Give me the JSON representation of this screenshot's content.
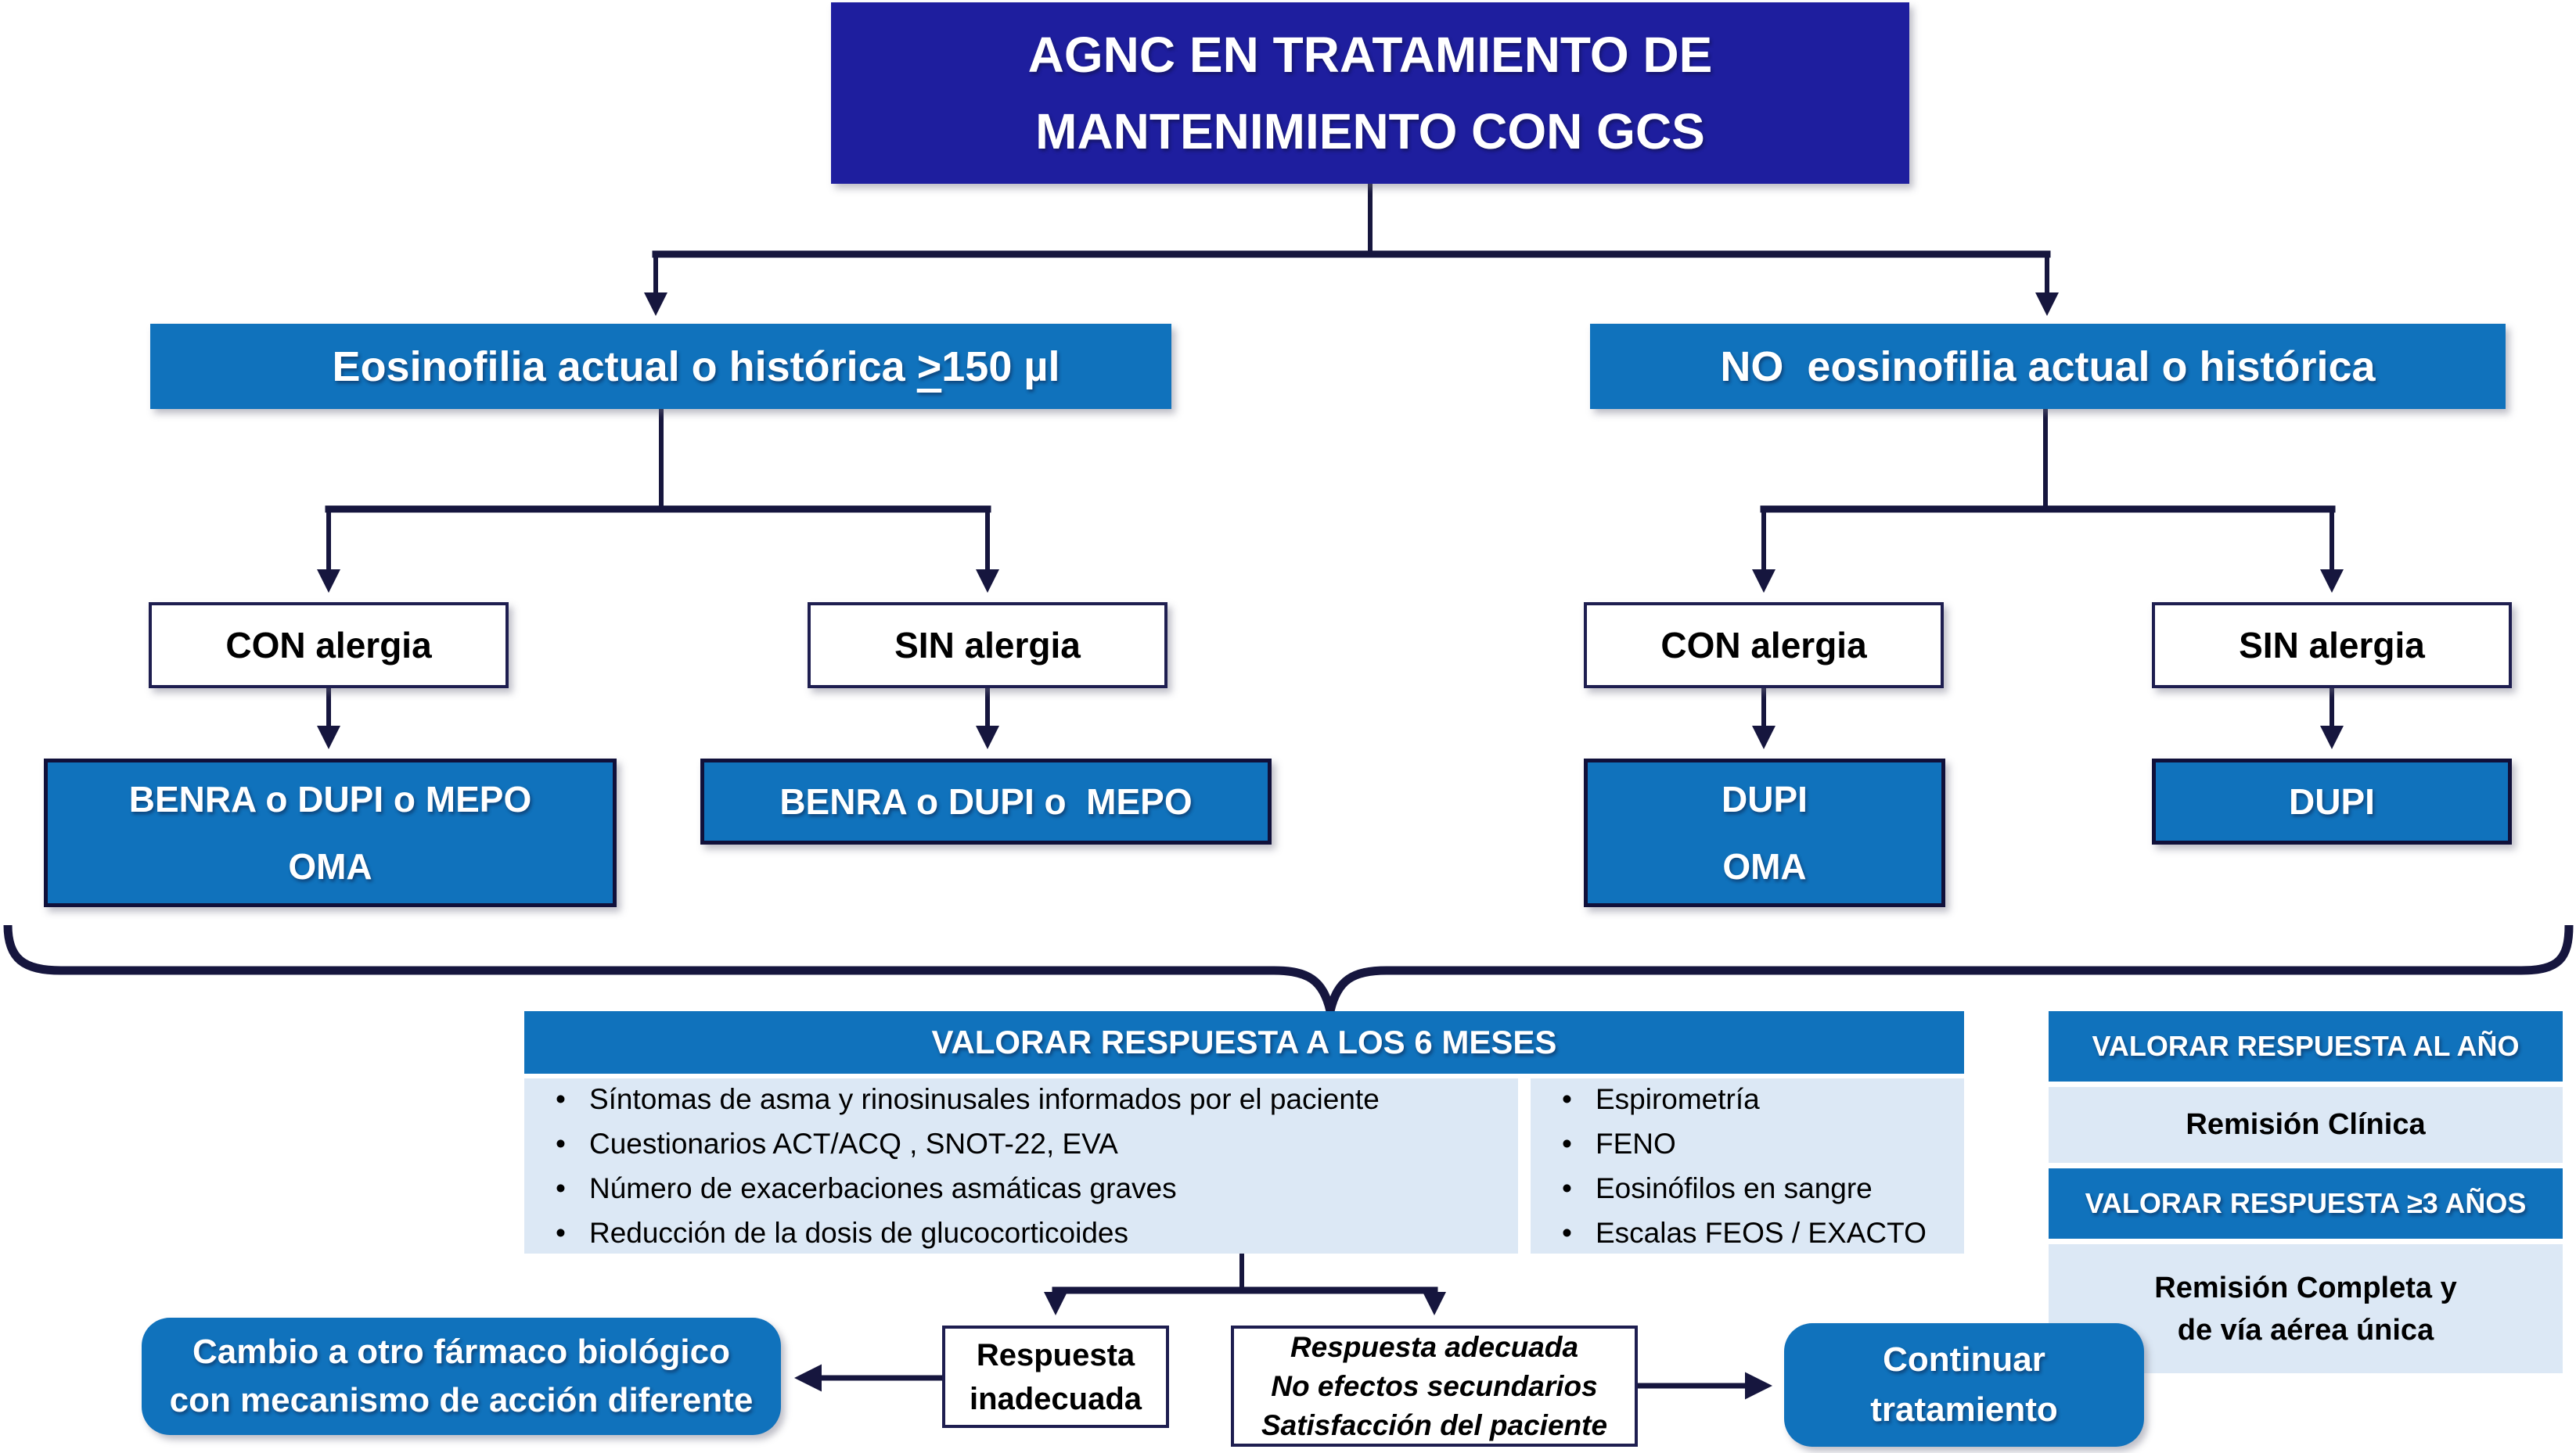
{
  "palette": {
    "title_bg": "#1e1e9e",
    "box_blue": "#1072bc",
    "panel_light": "#dce8f5",
    "line": "#16163e"
  },
  "title": {
    "line1": "AGNC EN TRATAMIENTO DE",
    "line2": "MANTENIMIENTO CON GCS"
  },
  "branches": {
    "eosinophilia": {
      "label_pre": "Eosinofilia actual o histórica ",
      "geq": ">",
      "label_post": "150 µl"
    },
    "no_eosinophilia": {
      "label": "NO  eosinofilia actual o histórica"
    }
  },
  "allergy": {
    "with_allergy_left": "CON alergia",
    "without_allergy_left": "SIN alergia",
    "with_allergy_right": "CON alergia",
    "without_allergy_right": "SIN alergia"
  },
  "treatments": {
    "eos_con": {
      "line1": "BENRA o DUPI o MEPO",
      "line2": "OMA"
    },
    "eos_sin": {
      "line1": "BENRA o DUPI o  MEPO"
    },
    "noeos_con": {
      "line1": "DUPI",
      "line2": "OMA"
    },
    "noeos_sin": {
      "line1": "DUPI"
    }
  },
  "assessment_6m": {
    "header": "VALORAR RESPUESTA A LOS 6 MESES",
    "left_items": [
      "Síntomas de asma y rinosinusales informados por el paciente",
      "Cuestionarios ACT/ACQ , SNOT-22, EVA",
      "Número de exacerbaciones asmáticas graves",
      "Reducción de la dosis de glucocorticoides"
    ],
    "right_items": [
      "Espirometría",
      "FENO",
      "Eosinófilos en sangre",
      "Escalas FEOS / EXACTO"
    ]
  },
  "assessment_long": {
    "header_year": "VALORAR RESPUESTA AL AÑO",
    "result_year": "Remisión Clínica",
    "header_3y": "VALORAR RESPUESTA ≥3 AÑOS",
    "result_3y_line1": "Remisión Completa y",
    "result_3y_line2": "de vía aérea única"
  },
  "outcomes": {
    "switch_biologic": {
      "line1": "Cambio a otro fármaco biológico",
      "line2": "con mecanismo de acción diferente"
    },
    "inadequate": {
      "line1": "Respuesta",
      "line2": "inadecuada"
    },
    "adequate": {
      "line1": "Respuesta adecuada",
      "line2": "No efectos secundarios",
      "line3": "Satisfacción del paciente"
    },
    "continue": {
      "line1": "Continuar",
      "line2": "tratamiento"
    }
  }
}
